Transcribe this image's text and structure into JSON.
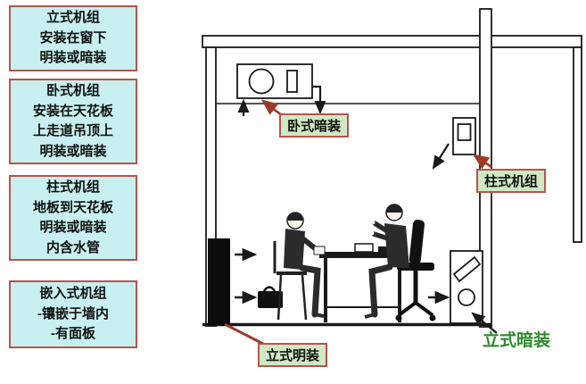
{
  "info_boxes": [
    {
      "lines": [
        "立式机组",
        "安装在窗下",
        "明装或暗装"
      ]
    },
    {
      "lines": [
        "卧式机组",
        "安装在天花板",
        "上走道吊顶上",
        "明装或暗装"
      ]
    },
    {
      "lines": [
        "柱式机组",
        "地板到天花板",
        "明装或暗装",
        "内含水管"
      ]
    },
    {
      "lines": [
        "嵌入式机组",
        "-镶嵌于墙内",
        "-有面板"
      ]
    }
  ],
  "diagram": {
    "labels": {
      "horizontal_concealed": "卧式暗装",
      "column_unit": "柱式机组",
      "vertical_exposed": "立式明装",
      "vertical_concealed": "立式暗装"
    }
  },
  "colors": {
    "info_box_bg": "#c8f0f0",
    "info_box_border": "#b5544a",
    "label_bg": "#cfe9c4",
    "label_border": "#b5544a",
    "green_text": "#2e8b2e",
    "leader_red": "#9c3a28",
    "ink": "#1a1a1a"
  }
}
